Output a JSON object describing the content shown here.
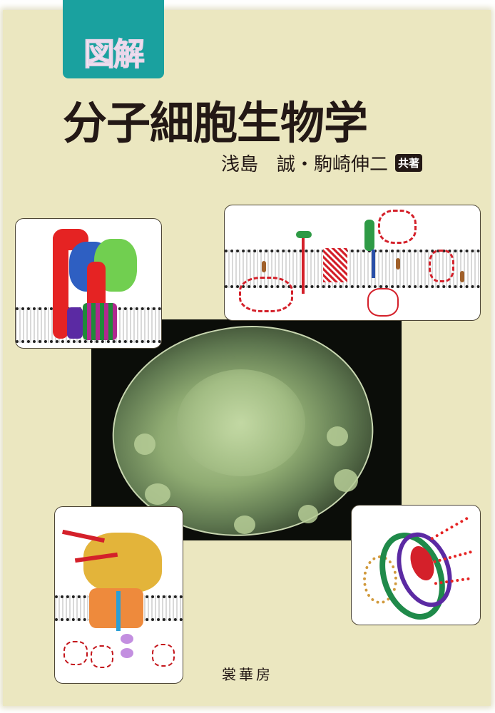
{
  "cover": {
    "series_label": "図解",
    "title": "分子細胞生物学",
    "authors": "浅島　誠・駒崎伸二",
    "author_role_badge": "共著",
    "publisher": "裳華房",
    "colors": {
      "background": "#ebe7c0",
      "tab": "#1aa19f",
      "tab_text": "#f4e9f3",
      "title_text": "#231815"
    }
  },
  "images": [
    {
      "name": "membrane-protein-complex-surface-model",
      "position": "top-left"
    },
    {
      "name": "membrane-proteins-ribbon-diagram",
      "position": "top-right"
    },
    {
      "name": "cell-electron-micrograph",
      "position": "center"
    },
    {
      "name": "atp-synthase-complex-model",
      "position": "bottom-left"
    },
    {
      "name": "photosystem-ring-complex-model",
      "position": "bottom-right"
    }
  ]
}
